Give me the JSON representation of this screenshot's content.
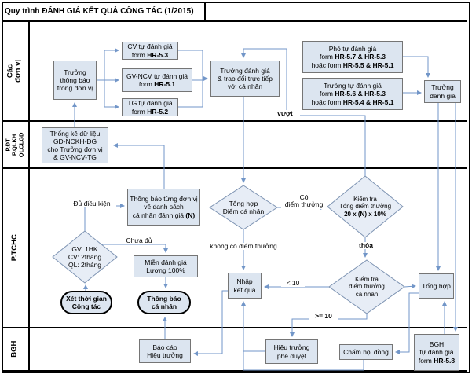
{
  "title": "Quy trình ĐÁNH GIÁ KẾT QUẢ CÔNG TÁC (1/2015)",
  "lanes": [
    {
      "label": "Các đơn vị"
    },
    {
      "label": "P.ĐT\nP.QLKH\nQLCLGD"
    },
    {
      "label": "P.TCHC"
    },
    {
      "label": "BGH"
    }
  ],
  "nodes": {
    "head_notify": {
      "text": "Trưởng\nthông báo\ntrong đơn vị"
    },
    "cv_self": {
      "l1": "CV tự đánh giá",
      "l2a": "form ",
      "l2b": "HR-5.3"
    },
    "gv_self": {
      "l1": "GV-NCV tự đánh giá",
      "l2a": "form ",
      "l2b": "HR-5.1"
    },
    "tg_self": {
      "l1": "TG tự đánh giá",
      "l2a": "form ",
      "l2b": "HR-5.2"
    },
    "head_eval": {
      "text": "Trưởng đánh giá\n& trao đổi trực tiếp\nvới cá nhân"
    },
    "deputy_self": {
      "l1": "Phó tự đánh giá",
      "l2a": "form ",
      "l2b": "HR-5.7 & HR-5.3",
      "l3a": "hoặc form ",
      "l3b": "HR-5.5 & HR-5.1"
    },
    "head_self": {
      "l1": "Trưởng tự đánh giá",
      "l2a": "form ",
      "l2b": "HR-5.6 & HR-5.3",
      "l3a": "hoặc form ",
      "l3b": "HR-5.4 & HR-5.1"
    },
    "head_review": {
      "text": "Trưởng\nđánh giá"
    },
    "stats": {
      "text": "Thống kê dữ liệu\nGD-NCKH-ĐG\ncho Trưởng đơn vị\n& GV-NCV-TG"
    },
    "notify_units": {
      "l1": "Thông báo từng đơn vị",
      "l2": "về danh sách",
      "l3a": "cá nhân đánh giá ",
      "l3b": "(N)"
    },
    "time_check": {
      "text": "GV: 1HK\nCV: 2tháng\nQL: 2tháng"
    },
    "exempt": {
      "text": "Miễn đánh giá\nLương 100%"
    },
    "start_time": {
      "text": "Xét thời gian\nCông tác"
    },
    "notify_person": {
      "text": "Thông báo\ncá nhân"
    },
    "sum_personal": {
      "text": "Tổng hợp\nĐiểm cá nhân"
    },
    "check_total": {
      "l1": "Kiểm tra",
      "l2": "Tổng điểm thưởng",
      "l3": "20 x (N) x 10%"
    },
    "enter_results": {
      "text": "Nhập\nkết quả"
    },
    "check_personal": {
      "text": "Kiểm tra\nđiểm thưởng\ncá nhân"
    },
    "summary": {
      "text": "Tổng hợp"
    },
    "report": {
      "text": "Báo cáo\nHiệu trưởng"
    },
    "approve": {
      "text": "Hiệu trưởng\nphê duyệt"
    },
    "council": {
      "text": "Chấm hội đồng"
    },
    "bgh_self": {
      "l1": "BGH",
      "l2": "tự đánh giá",
      "l3a": "form ",
      "l3b": "HR-5.8"
    }
  },
  "edge_labels": {
    "eligible": "Đủ điều kiện",
    "not_enough": "Chưa đủ",
    "has_bonus": "Có\nđiểm thưởng",
    "no_bonus": "không có điểm thưởng",
    "exceed": "vượt",
    "satisfy": "thỏa",
    "lt10": "< 10",
    "gte10": ">= 10"
  },
  "colors": {
    "node_fill": "#dce5f0",
    "node_border": "#757575",
    "diamond_fill": "#e7edf6",
    "diamond_border": "#7d93b2",
    "wire": "#7296c8",
    "lane_border": "#000000"
  }
}
